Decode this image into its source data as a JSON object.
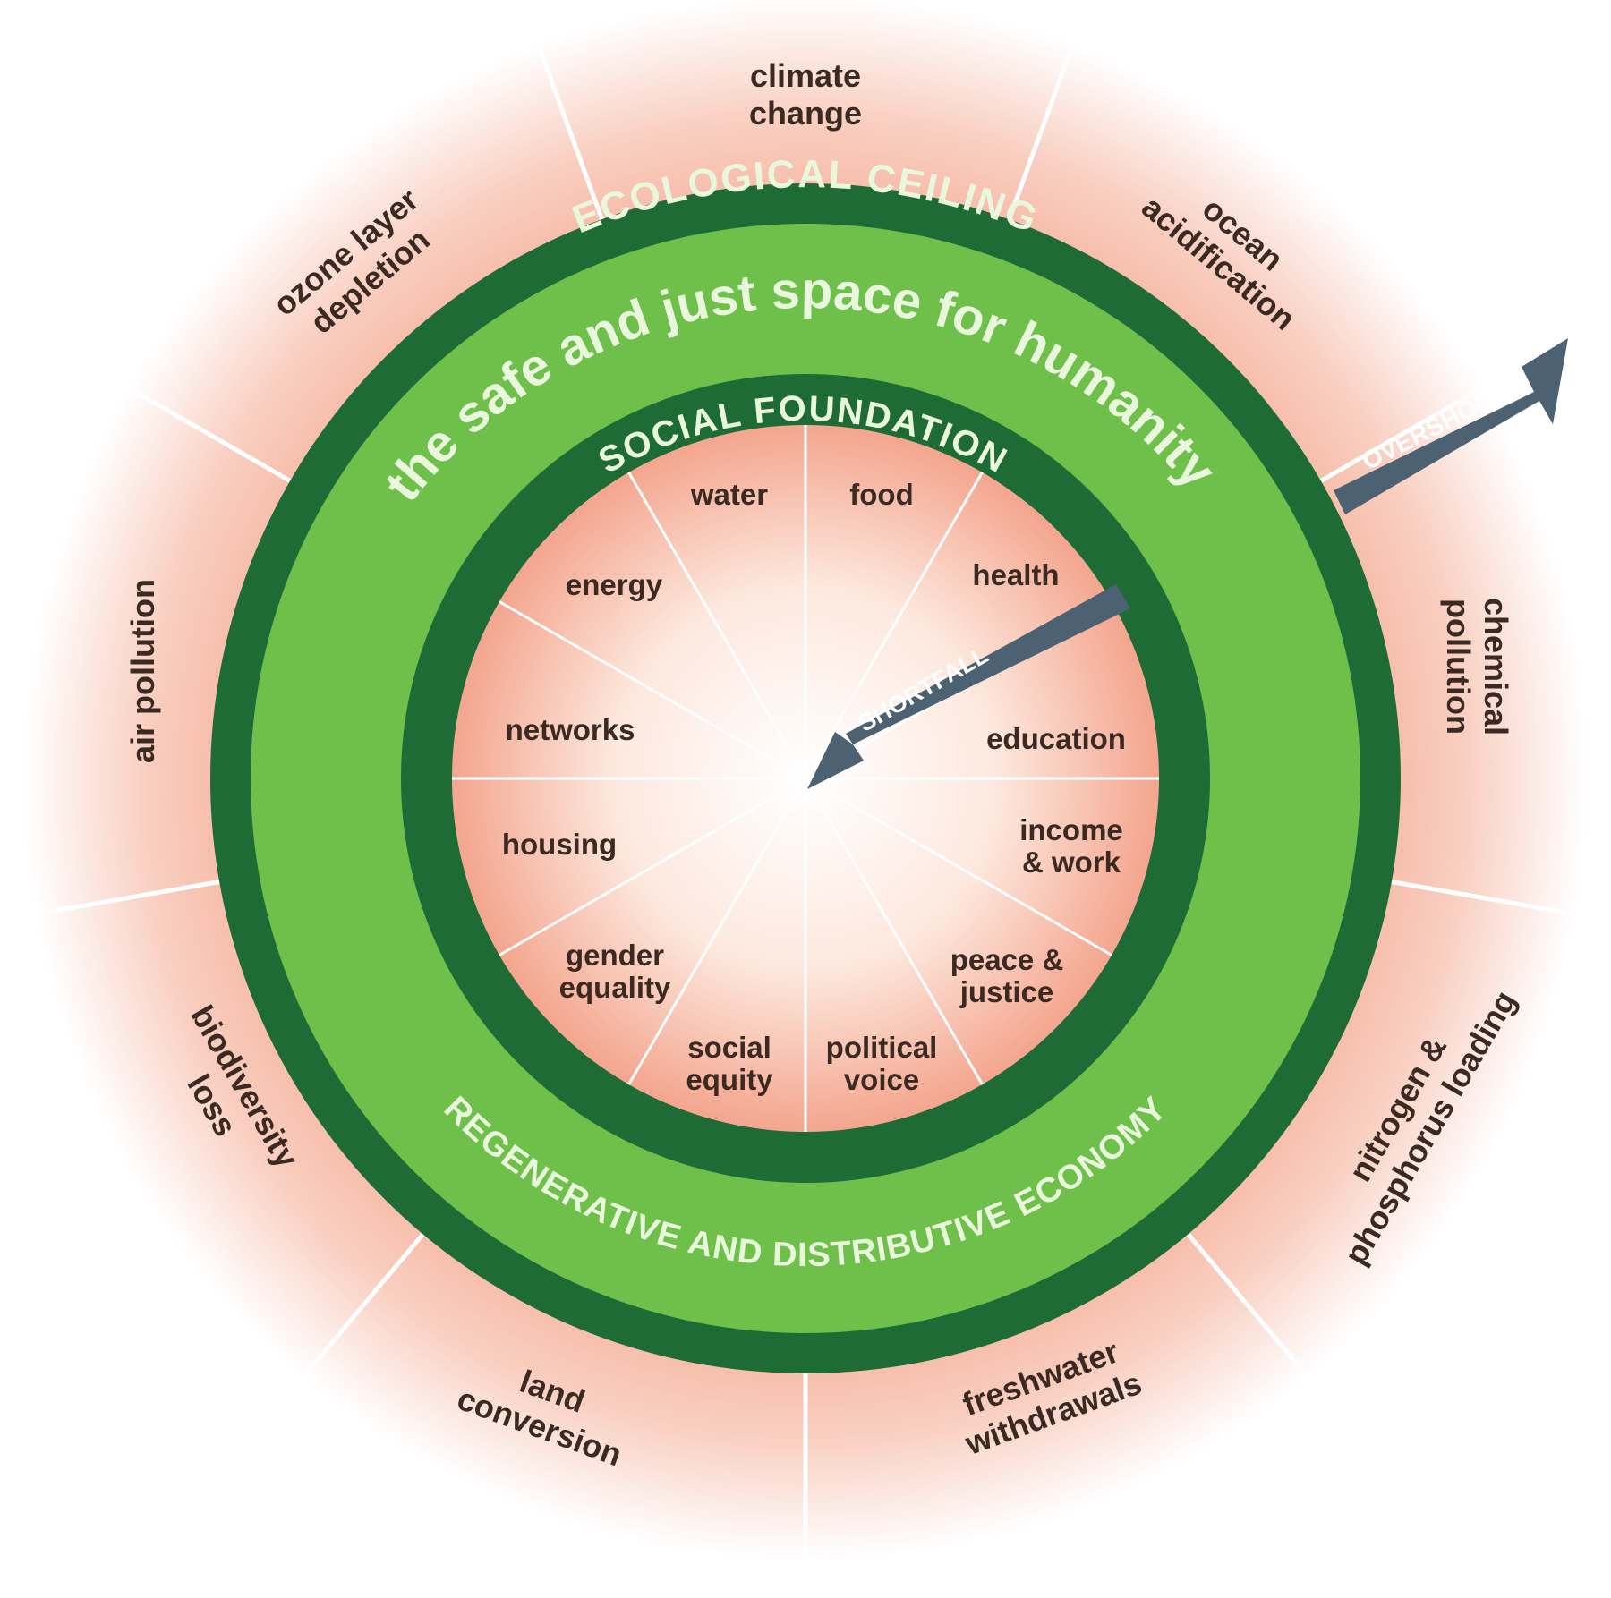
{
  "colors": {
    "background_outer": "#ffffff",
    "background_salmon": "#f2a08a",
    "ring_dark_green": "#1e6b36",
    "ring_light_green": "#6ec04a",
    "arrow_slate": "#4c6272",
    "spoke": "#ffffff",
    "text_dark": "#3a2a22"
  },
  "ring_labels": {
    "ecological_ceiling": "ECOLOGICAL CEILING",
    "safe_space": "the safe and just space for humanity",
    "social_foundation": "SOCIAL FOUNDATION",
    "economy": "REGENERATIVE AND DISTRIBUTIVE ECONOMY"
  },
  "arrows": {
    "overshoot": "OVERSHOOT",
    "shortfall": "SHORTFALL"
  },
  "ecological_dimensions": [
    [
      "climate",
      "change"
    ],
    [
      "ocean",
      "acidification"
    ],
    [
      "chemical",
      "pollution"
    ],
    [
      "nitrogen &",
      "phosphorus loading"
    ],
    [
      "freshwater",
      "withdrawals"
    ],
    [
      "land",
      "conversion"
    ],
    [
      "biodiversity",
      "loss"
    ],
    [
      "air pollution"
    ],
    [
      "ozone layer",
      "depletion"
    ]
  ],
  "social_dimensions": [
    [
      "food"
    ],
    [
      "health"
    ],
    [
      "education"
    ],
    [
      "income",
      "& work"
    ],
    [
      "peace &",
      "justice"
    ],
    [
      "political",
      "voice"
    ],
    [
      "social",
      "equity"
    ],
    [
      "gender",
      "equality"
    ],
    [
      "housing"
    ],
    [
      "networks"
    ],
    [
      "energy"
    ],
    [
      "water"
    ]
  ]
}
